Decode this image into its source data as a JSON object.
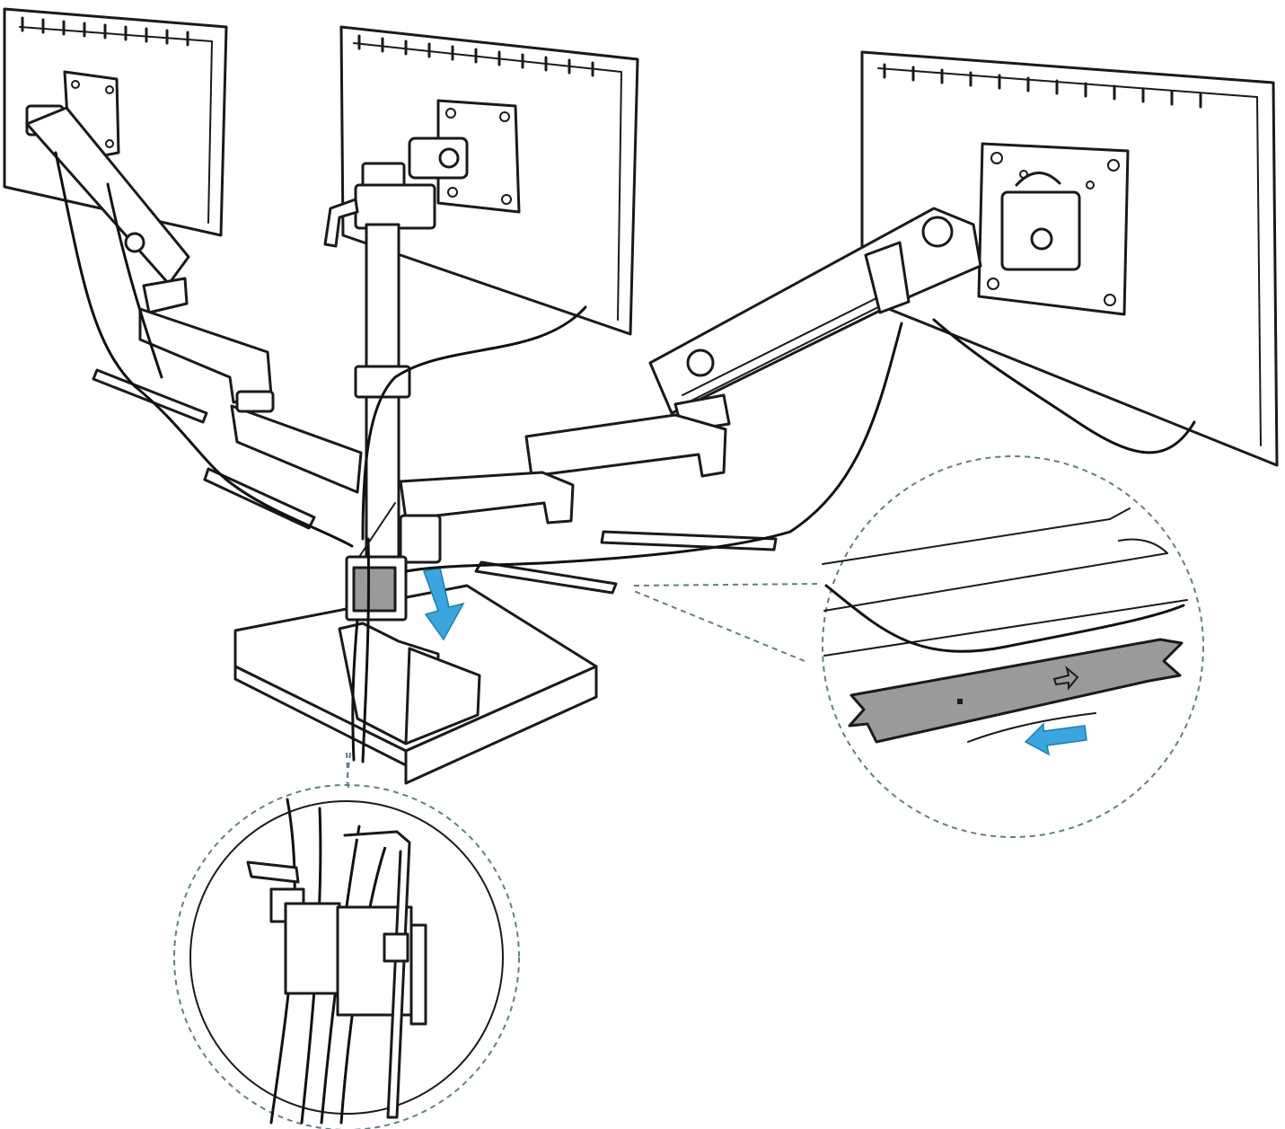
{
  "diagram": {
    "subject": "triple-monitor-arm-cable-management",
    "colors": {
      "line": "#1a1a1a",
      "accent_arrow": "#3aa6dd",
      "clip_fill": "#9a9a9a",
      "callout_dash": "#5f7f88",
      "background": "#ffffff"
    },
    "icons": {
      "push_down_arrow": "arrow-down-icon",
      "slide_clip_arrow": "arrow-left-icon",
      "clip_direction_arrow": "arrow-right-icon"
    },
    "callouts": [
      "cable-clip-detail",
      "cable-bundle-detail"
    ]
  }
}
